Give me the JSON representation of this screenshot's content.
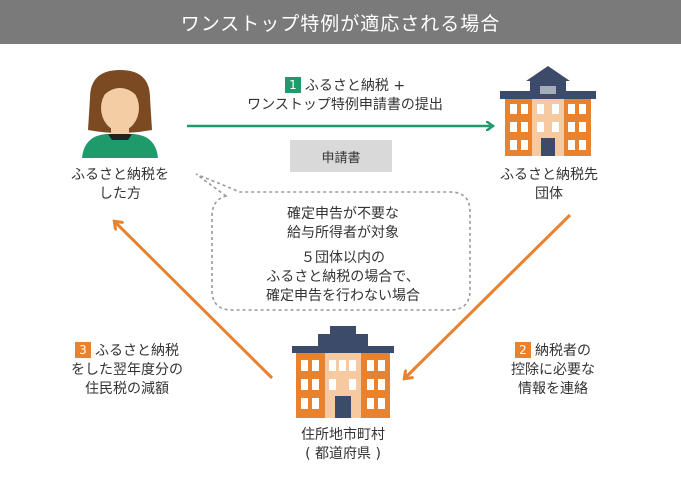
{
  "title": "ワンストップ特例が適応される場合",
  "person": {
    "label_line1": "ふるさと納税を",
    "label_line2": "した方"
  },
  "org": {
    "label_line1": "ふるさと納税先",
    "label_line2": "団体"
  },
  "city": {
    "label_line1": "住所地市町村",
    "label_line2": "( 都道府県 )"
  },
  "step1": {
    "num": "1",
    "line1": "ふるさと納税 +",
    "line2": "ワンストップ特例申請書の提出"
  },
  "doc_label": "申請書",
  "bubble": {
    "line1": "確定申告が不要な",
    "line2": "給与所得者が対象",
    "line3": "５団体以内の",
    "line4": "ふるさと納税の場合で、",
    "line5": "確定申告を行わない場合"
  },
  "step2": {
    "num": "2",
    "line1": "納税者の",
    "line2": "控除に必要な",
    "line3": "情報を連絡"
  },
  "step3": {
    "num": "3",
    "line1": "ふるさと納税",
    "line2": "をした翌年度分の",
    "line3": "住民税の減額"
  },
  "colors": {
    "green": "#1e9a6b",
    "orange": "#e8822e",
    "header": "#7a7a7a"
  }
}
